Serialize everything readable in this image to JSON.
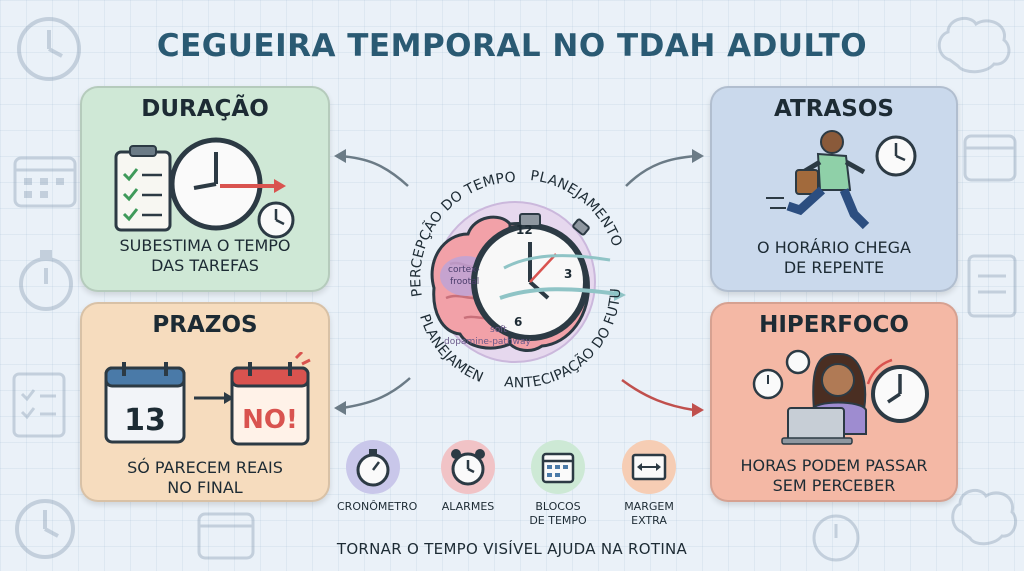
{
  "title": "CEGUEIRA TEMPORAL NO TDAH ADULTO",
  "cards": {
    "duracao": {
      "heading": "DURAÇÃO",
      "text": "SUBESTIMA O TEMPO\nDAS TAREFAS"
    },
    "prazos": {
      "heading": "PRAZOS",
      "text": "SÓ PARECEM REAIS\nNO FINAL",
      "calendar_day": "13",
      "calendar_alert": "NO!"
    },
    "atrasos": {
      "heading": "ATRASOS",
      "text": "O HORÁRIO CHEGA\nDE REPENTE"
    },
    "hiperfoco": {
      "heading": "HIPERFOCO",
      "text": "HORAS PODEM PASSAR\nSEM PERCEBER"
    }
  },
  "center": {
    "arc_labels": {
      "top_left": "PERCEPÇÃO DO TEMPO",
      "top_right": "PLANEJAMENTO",
      "bottom_left": "PLANEJAMENTO",
      "bottom_right": "ANTECIPAÇÃO DO FUTURO"
    },
    "brain_labels": {
      "cortex": "cortex-\nfrootal",
      "soft": "soft",
      "pathway": "dopamine-pathway"
    },
    "clock_numbers": [
      "12",
      "3",
      "6"
    ]
  },
  "tools": [
    {
      "label": "CRONÔMETRO",
      "icon": "stopwatch-icon",
      "color": "#c9c7ea"
    },
    {
      "label": "ALARMES",
      "icon": "alarm-clock-icon",
      "color": "#f1c3c6"
    },
    {
      "label": "BLOCOS\nDE TEMPO",
      "icon": "calendar-icon",
      "color": "#cde9d5"
    },
    {
      "label": "MARGEM\nEXTRA",
      "icon": "margin-icon",
      "color": "#f6cdb4"
    }
  ],
  "footer": "TORNAR O TEMPO VISÍVEL AJUDA NA ROTINA",
  "colors": {
    "title": "#2a5a73",
    "duracao_bg": "#cfe8d6",
    "prazos_bg": "#f6dcbe",
    "atrasos_bg": "#cad9ec",
    "hiperfoco_bg": "#f4b8a5"
  }
}
